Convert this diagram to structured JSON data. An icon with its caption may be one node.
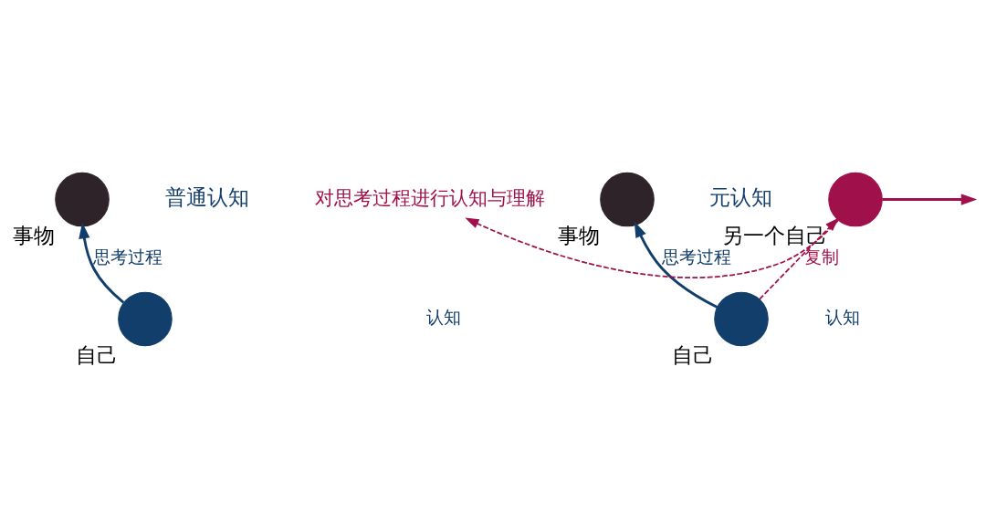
{
  "diagram": {
    "nodes": [
      {
        "text": [],
        "shape": "circle",
        "beside": [
          "事物"
        ]
      },
      {
        "text": [],
        "shape": "circle",
        "beside": [
          "自己"
        ]
      },
      {
        "text": [],
        "shape": "circle",
        "beside": [
          "事物"
        ]
      },
      {
        "text": [],
        "shape": "circle",
        "beside": [
          "自己"
        ]
      },
      {
        "text": [],
        "shape": "circle",
        "beside": [
          "另一个自己"
        ]
      },
      {
        "text": [
          "对思考过程进行认知与理解"
        ]
      }
    ],
    "edges": [
      {
        "from": 1,
        "to": 0,
        "arrow": "to",
        "label": "思考过程",
        "color": "#123e6b"
      },
      {
        "from": 3,
        "to": 2,
        "arrow": "to",
        "label": "思考过程",
        "color": "#123e6b"
      },
      {
        "from": 4,
        "to": null,
        "arrow": "to",
        "color": "#a0104a"
      },
      {
        "from": 3,
        "to": 4,
        "arrow": "to",
        "label": "复制",
        "style": "dashed",
        "color": "#a0104a"
      },
      {
        "from": 4,
        "to": 5,
        "arrow": "to",
        "style": "dashed",
        "color": "#a0104a"
      }
    ],
    "labels": [
      "认知",
      "认知",
      "普通认知",
      "元认知"
    ]
  }
}
